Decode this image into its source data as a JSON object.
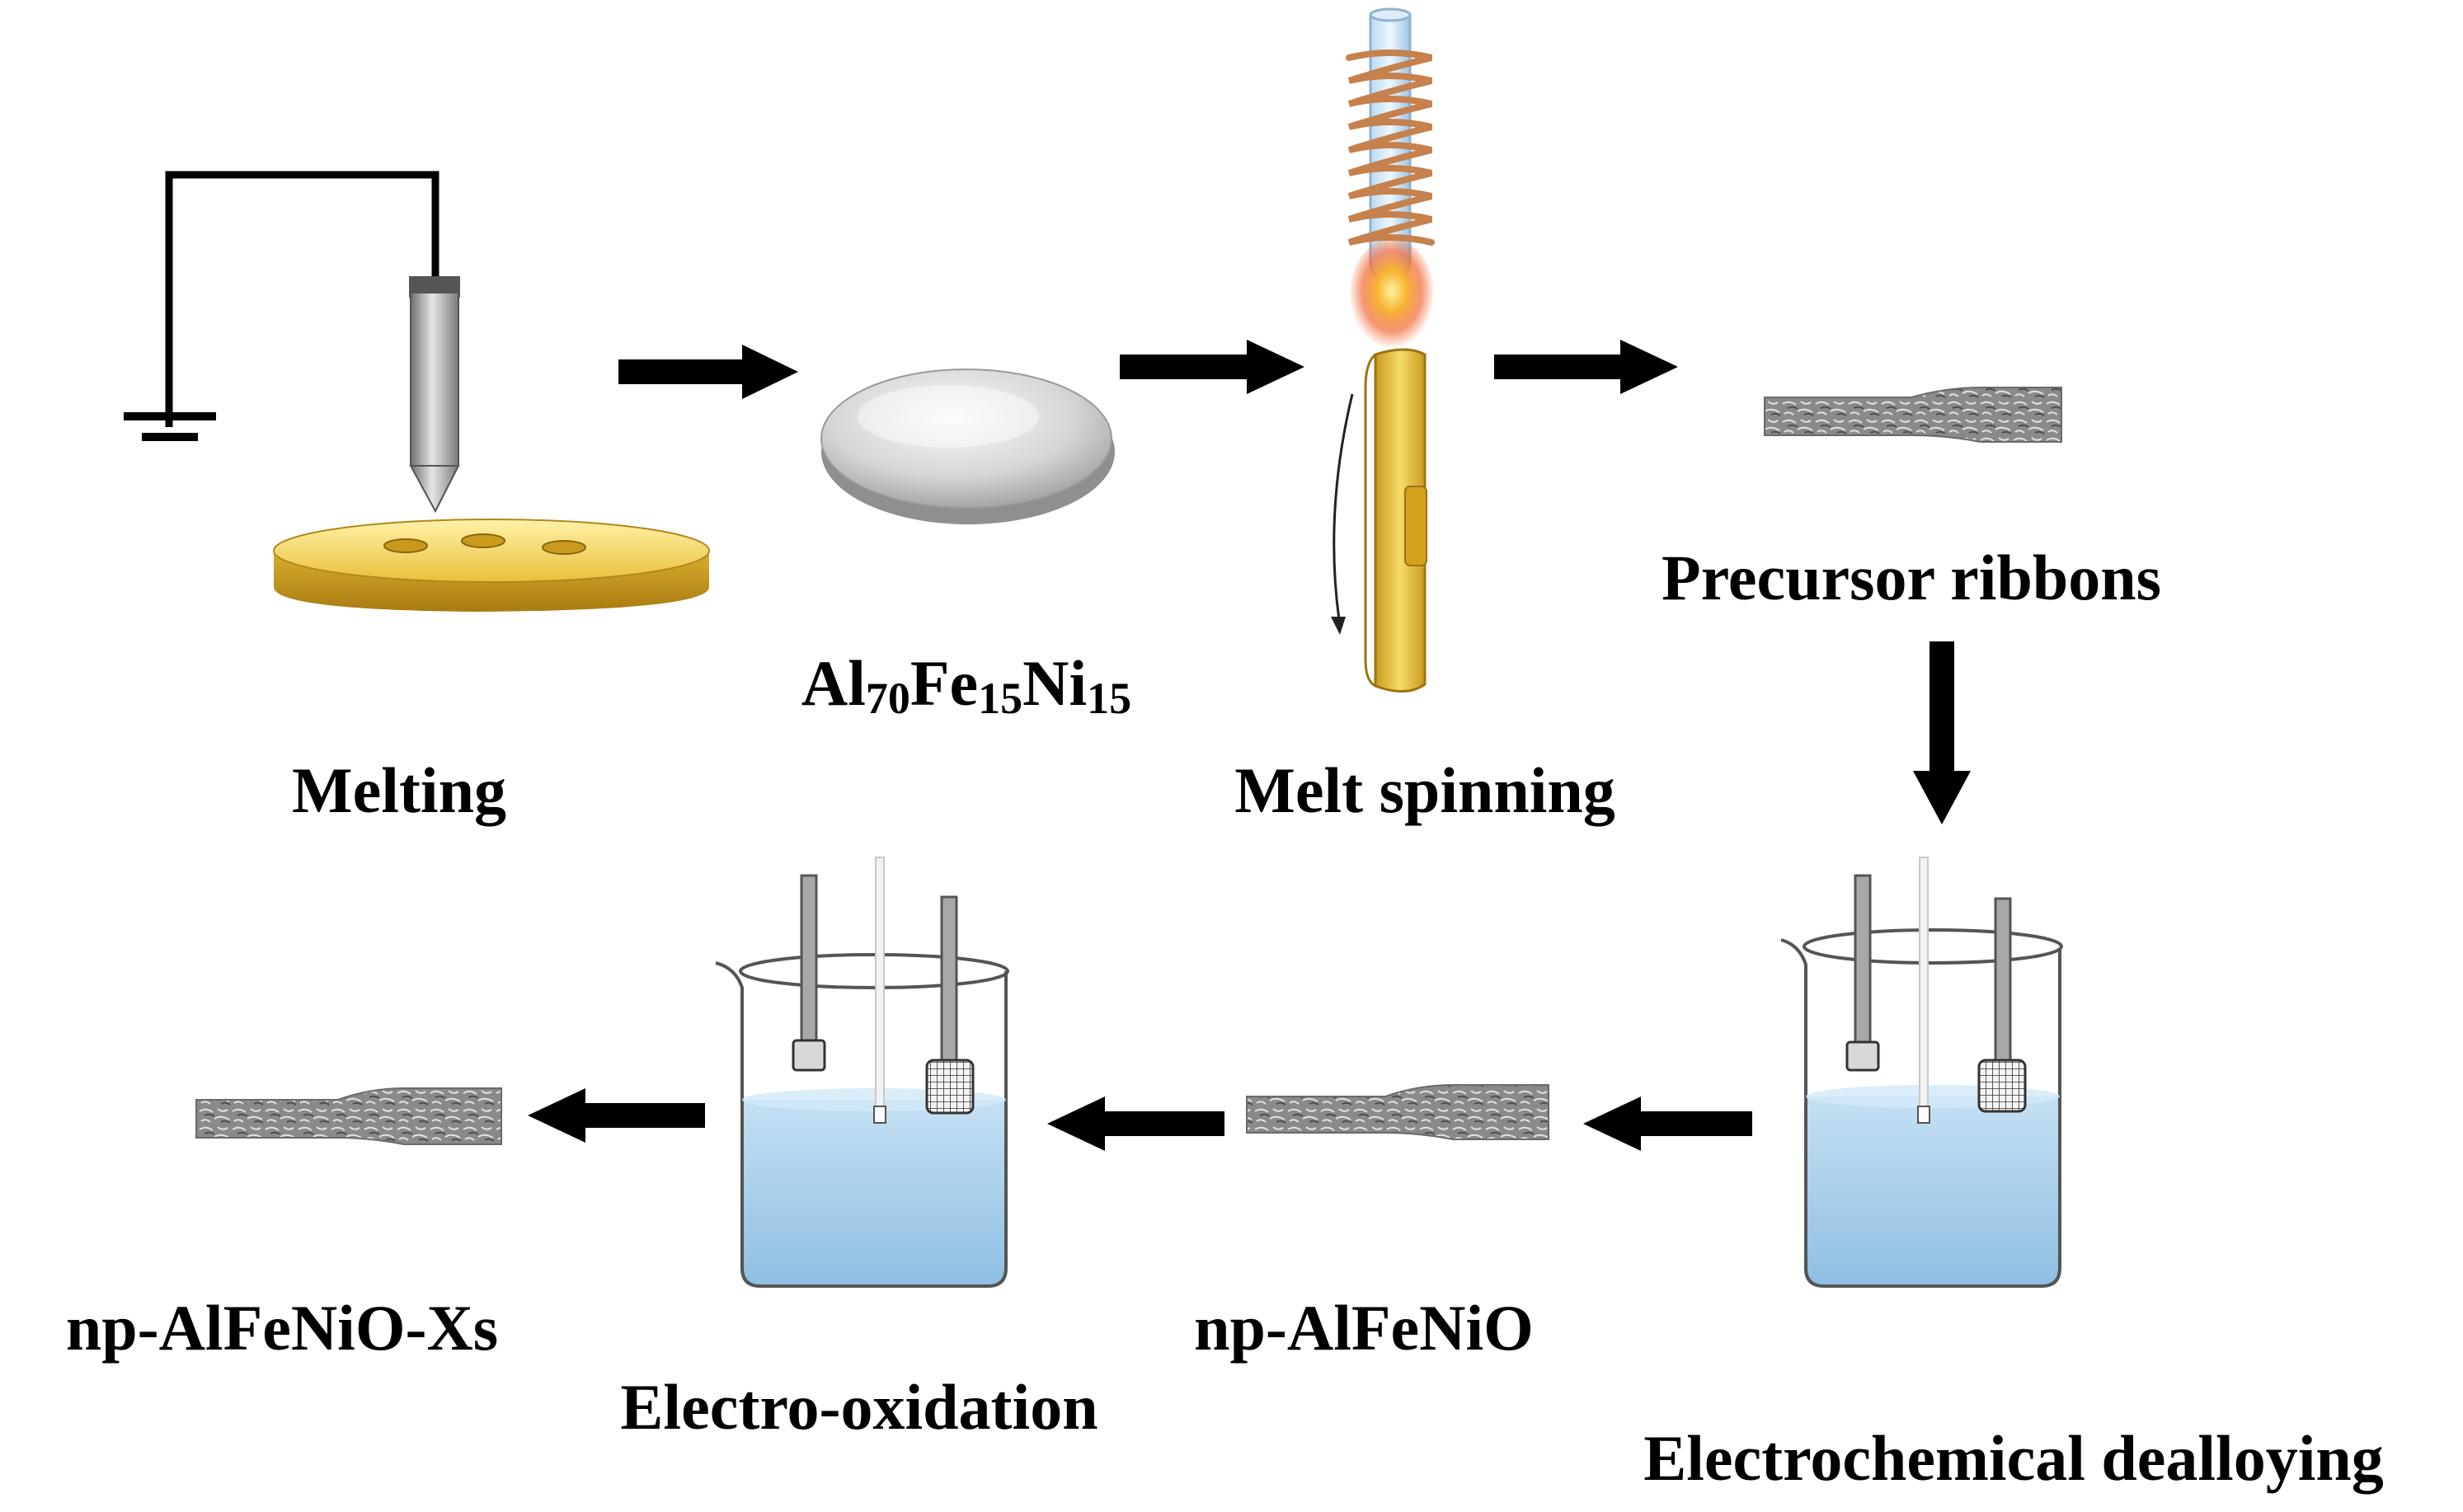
{
  "labels": {
    "melting": "Melting",
    "alloy_el1": "Al",
    "alloy_sub1": "70",
    "alloy_el2": "Fe",
    "alloy_sub2": "15",
    "alloy_el3": "Ni",
    "alloy_sub3": "15",
    "melt_spinning": "Melt spinning",
    "precursor_ribbons": "Precursor ribbons",
    "electrochemical_dealloying": "Electrochemical dealloying",
    "np_alfenio": "np-AlFeNiO",
    "electro_oxidation": "Electro-oxidation",
    "np_alfenio_xs": "np-AlFeNiO-Xs"
  },
  "colors": {
    "arrow": "#000000",
    "gold_light": "#f6dc6a",
    "gold_dark": "#c99a1d",
    "copper": "#c6814c",
    "water": "#a9cde9",
    "ribbon": "#8c8c8c"
  }
}
